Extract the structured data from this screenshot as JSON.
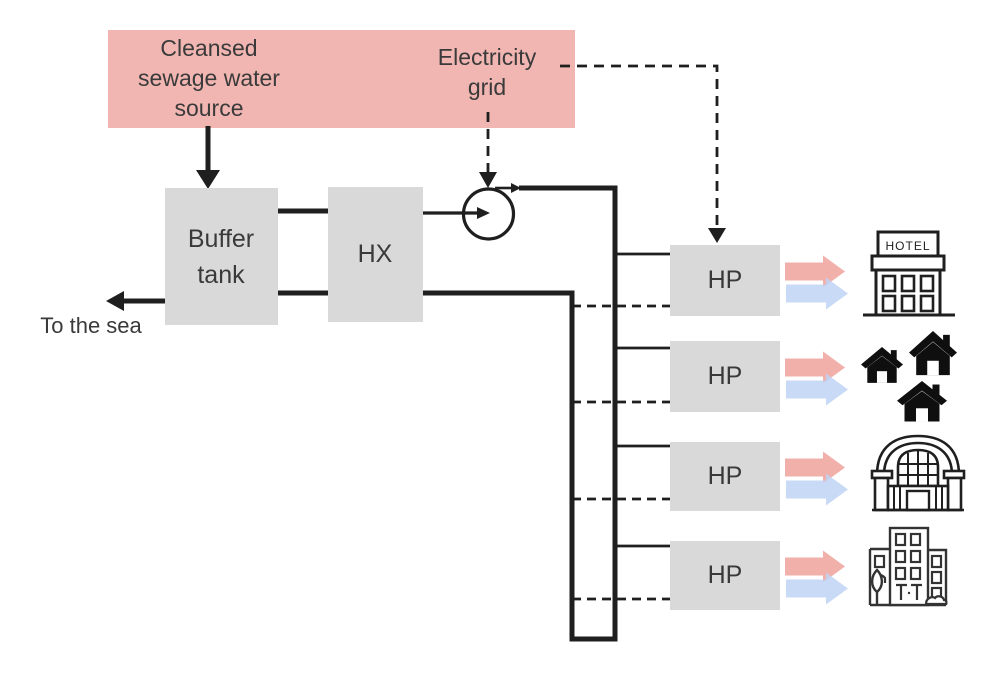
{
  "colors": {
    "source_box": "#f1b6b2",
    "component_box": "#d9d9d9",
    "heat_arrow": "#f2b0aa",
    "cold_arrow": "#c0d4f4",
    "line": "#1f1f1f",
    "text": "#3a3a3a"
  },
  "source_box": {
    "water_label": "Cleansed\nsewage water\nsource",
    "electricity_label": "Electricity\ngrid"
  },
  "components": {
    "buffer_tank": "Buffer\ntank",
    "heat_exchanger": "HX",
    "to_sea": "To the sea"
  },
  "hp_rows": [
    {
      "label": "HP",
      "consumer": "hotel"
    },
    {
      "label": "HP",
      "consumer": "detached houses"
    },
    {
      "label": "HP",
      "consumer": "public building"
    },
    {
      "label": "HP",
      "consumer": "apartment blocks"
    }
  ],
  "icons": {
    "hotel_sign": "HOTEL"
  }
}
